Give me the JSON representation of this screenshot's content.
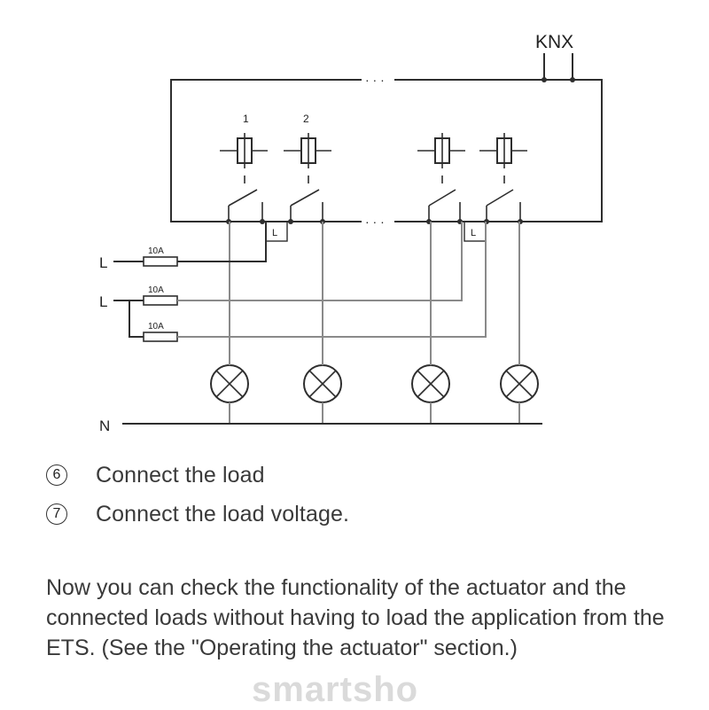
{
  "diagram": {
    "bus_label": "KNX",
    "channel_labels": [
      "1",
      "2"
    ],
    "fuse_labels": [
      "10A",
      "10A",
      "10A"
    ],
    "line_labels": [
      "L",
      "L"
    ],
    "neutral_label": "N",
    "jumper_labels": [
      "L",
      "L"
    ],
    "ellipsis": "· · ·"
  },
  "steps": [
    {
      "number": "6",
      "text": "Connect the load"
    },
    {
      "number": "7",
      "text": "Connect the load voltage."
    }
  ],
  "note": "Now you can check the functionality of the actuator and the connected loads without having to load the application from the ETS. (See the \"Operating the actuator\" section.)",
  "watermark": "smartsho"
}
